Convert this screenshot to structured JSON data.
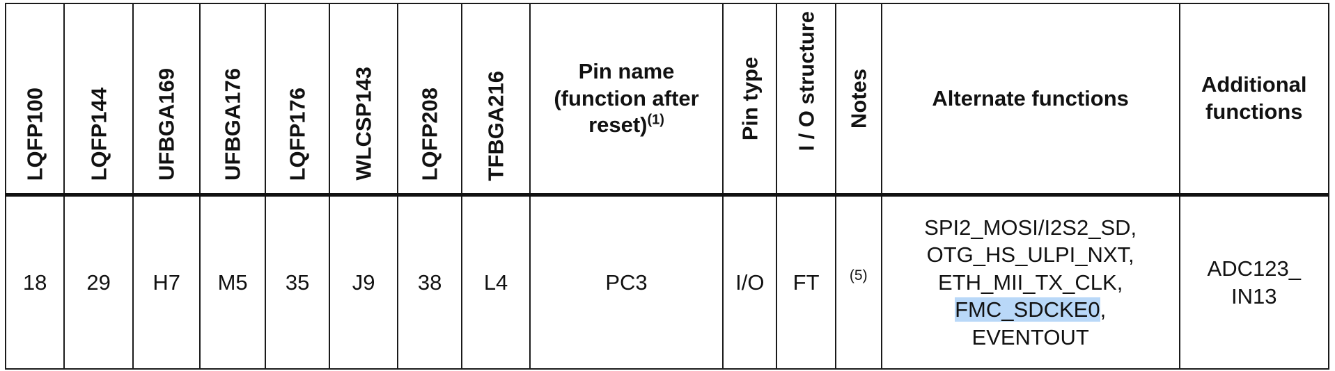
{
  "table": {
    "headers": {
      "lqfp100": "LQFP100",
      "lqfp144": "LQFP144",
      "ufbga169": "UFBGA169",
      "ufbga176": "UFBGA176",
      "lqfp176": "LQFP176",
      "wlcsp143": "WLCSP143",
      "lqfp208": "LQFP208",
      "tfbga216": "TFBGA216",
      "pin_name_line1": "Pin name",
      "pin_name_line2": "(function after",
      "pin_name_line3": "reset)",
      "pin_name_note": "(1)",
      "pin_type": "Pin type",
      "io_structure": "I / O structure",
      "notes": "Notes",
      "alternate_functions": "Alternate functions",
      "additional_line1": "Additional",
      "additional_line2": "functions"
    },
    "row": {
      "lqfp100": "18",
      "lqfp144": "29",
      "ufbga169": "H7",
      "ufbga176": "M5",
      "lqfp176": "35",
      "wlcsp143": "J9",
      "lqfp208": "38",
      "tfbga216": "L4",
      "pin_name": "PC3",
      "pin_type": "I/O",
      "io_structure": "FT",
      "notes": "(5)",
      "alternate_functions": [
        "SPI2_MOSI/I2S2_SD,",
        "OTG_HS_ULPI_NXT,",
        "ETH_MII_TX_CLK,",
        "FMC_SDCKE0",
        ",",
        "EVENTOUT"
      ],
      "additional_line1": "ADC123_",
      "additional_line2": "IN13"
    }
  },
  "selection": {
    "highlight_color": "#b9d8f8"
  }
}
